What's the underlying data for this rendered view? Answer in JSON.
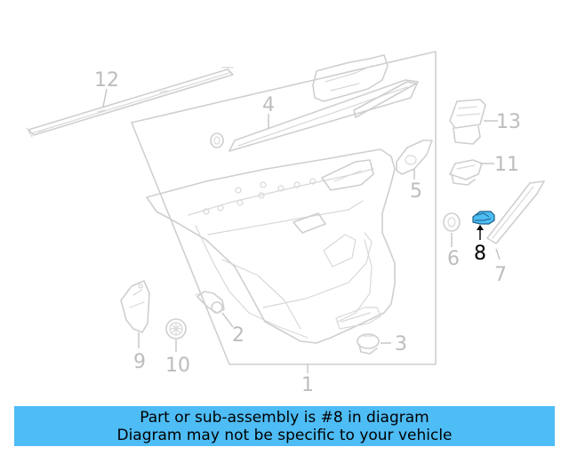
{
  "callouts": {
    "c1": "1",
    "c2": "2",
    "c3": "3",
    "c4": "4",
    "c5": "5",
    "c6": "6",
    "c7": "7",
    "c8": "8",
    "c9": "9",
    "c10": "10",
    "c11": "11",
    "c12": "12",
    "c13": "13"
  },
  "highlighted_part": "8",
  "colors": {
    "highlight_part_fill": "#4ebcf5",
    "line_art": "#cfcfcf",
    "banner_background": "#4ebcf5"
  },
  "banner": {
    "line1": "Part or sub-assembly is #8 in diagram",
    "line2": "Diagram may not be specific to your vehicle"
  }
}
